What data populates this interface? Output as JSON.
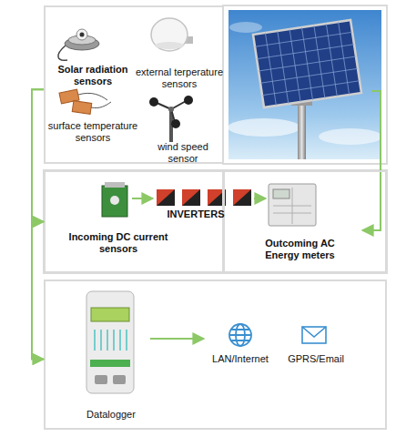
{
  "diagram": {
    "nodes": [
      {
        "text": [
          "Solar radiation sensors",
          "external terperature sensors",
          "surface temperature sensors",
          "wind speed sensor"
        ]
      },
      {
        "text": [
          "Incoming DC current sensors"
        ]
      },
      {
        "text": [
          "Outcoming AC Energy meters"
        ]
      },
      {
        "text": [
          "Datalogger",
          "LAN/Internet",
          "GPRS/Email"
        ]
      }
    ],
    "edges": [
      {
        "from": 0,
        "to": 1,
        "arrow": "to"
      },
      {
        "from": 0,
        "to": 3,
        "arrow": "to"
      }
    ],
    "labels": [
      "INVERTERS"
    ]
  }
}
